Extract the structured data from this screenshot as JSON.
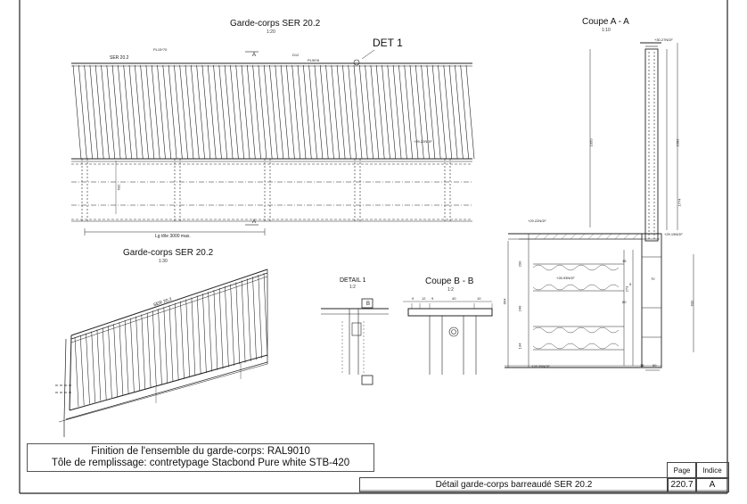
{
  "views": {
    "elevation": {
      "title": "Garde-corps SER 20.2",
      "scale": "1:20"
    },
    "isometric": {
      "title": "Garde-corps SER 20.2",
      "scale": "1:30"
    },
    "section_aa": {
      "title": "Coupe  A - A",
      "scale": "1:10"
    },
    "detail_1": {
      "title": "DETAIL 1",
      "scale": "1:2"
    },
    "section_bb": {
      "title": "Coupe  B - B",
      "scale": "1:2"
    }
  },
  "callouts": {
    "det1": "DET 1",
    "ser": "SER 20.2",
    "iso_ser": "SER 20.2",
    "pl15": "PL15*70",
    "d12": "D12",
    "pl90": "PL90*6",
    "sec_a_top": "A",
    "sec_a_bot": "A",
    "sec_b": "B",
    "lg": "Lg tôle 3000 max.",
    "elev_level": "+29.22NGF",
    "elev_dim": "632"
  },
  "levels": {
    "l1": "+30.27NGF",
    "l2": "+29.22NGF",
    "l3": "+29.19NGF",
    "l4": "+28.93NGF",
    "l5": "+28.55NGF"
  },
  "dims": {
    "d1050": "1050",
    "d1582": "1582",
    "d1774": "1774",
    "d290": "290",
    "d240": "240",
    "d134": "134",
    "d664": "664",
    "d632": "632",
    "d15": "15",
    "d60": "60",
    "d70": "70",
    "d5": "5",
    "d273": "273",
    "d15b": "15",
    "d60b": "60",
    "bb": [
      "9",
      "12",
      "9",
      "40",
      "10"
    ]
  },
  "notes": {
    "finish": "Finition de l'ensemble du garde-corps: RAL9010",
    "panel": "Tôle de remplissage: contretypage Stacbond Pure white STB-420"
  },
  "titleblock": {
    "title": "Détail garde-corps barreaudé SER 20.2",
    "page_label": "Page",
    "index_label": "Indice",
    "page": "220.7",
    "index": "A"
  }
}
